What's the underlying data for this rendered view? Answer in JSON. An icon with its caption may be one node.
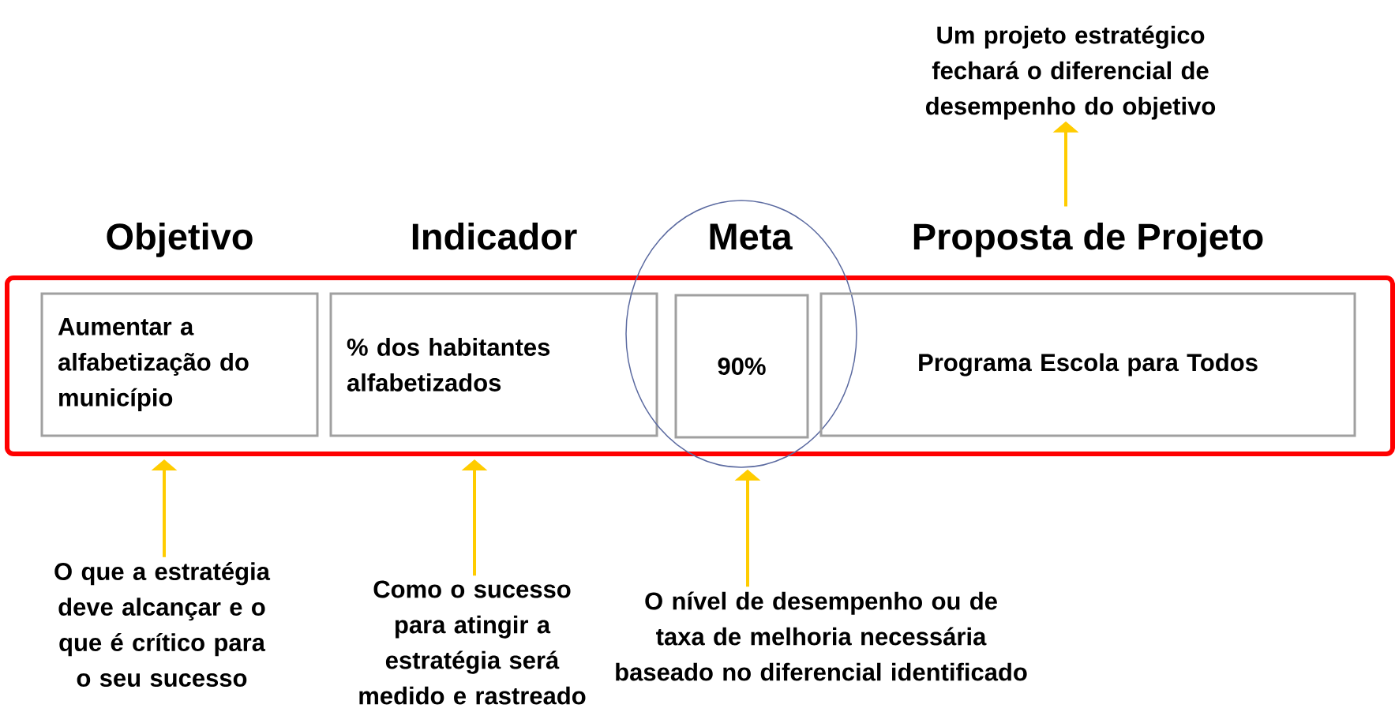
{
  "diagram": {
    "nodes": [
      {
        "text": [
          "Um projeto estratégico fechará o diferencial de desempenho do objetivo"
        ]
      },
      {
        "text": [],
        "shape": "box"
      },
      {
        "text": [
          "Objetivo",
          "Aumentar a alfabetização do município"
        ],
        "in": 1
      },
      {
        "text": [
          "Indicador",
          "% dos habitantes alfabetizados"
        ],
        "in": 1
      },
      {
        "text": [
          "Meta"
        ]
      },
      {
        "text": [
          "90%"
        ]
      },
      {
        "text": [
          "Proposta de Projeto",
          "Programa Escola para Todos"
        ],
        "in": 1
      },
      {
        "text": [
          "O que a estratégia deve alcançar e o que é crítico para o seu sucesso"
        ]
      },
      {
        "text": [
          "Como o sucesso para atingir a estratégia será medido e rastreado"
        ]
      },
      {
        "text": [
          "O nível de desempenho ou de taxa de melhoria necessária baseado no diferencial identificado"
        ]
      }
    ],
    "edges": [
      {
        "from": 6,
        "to": 0,
        "arrow": "to"
      },
      {
        "from": 7,
        "to": 1,
        "arrow": "to"
      },
      {
        "from": 8,
        "to": 1,
        "arrow": "to"
      },
      {
        "from": 9,
        "to": 4,
        "arrow": "to"
      }
    ]
  }
}
